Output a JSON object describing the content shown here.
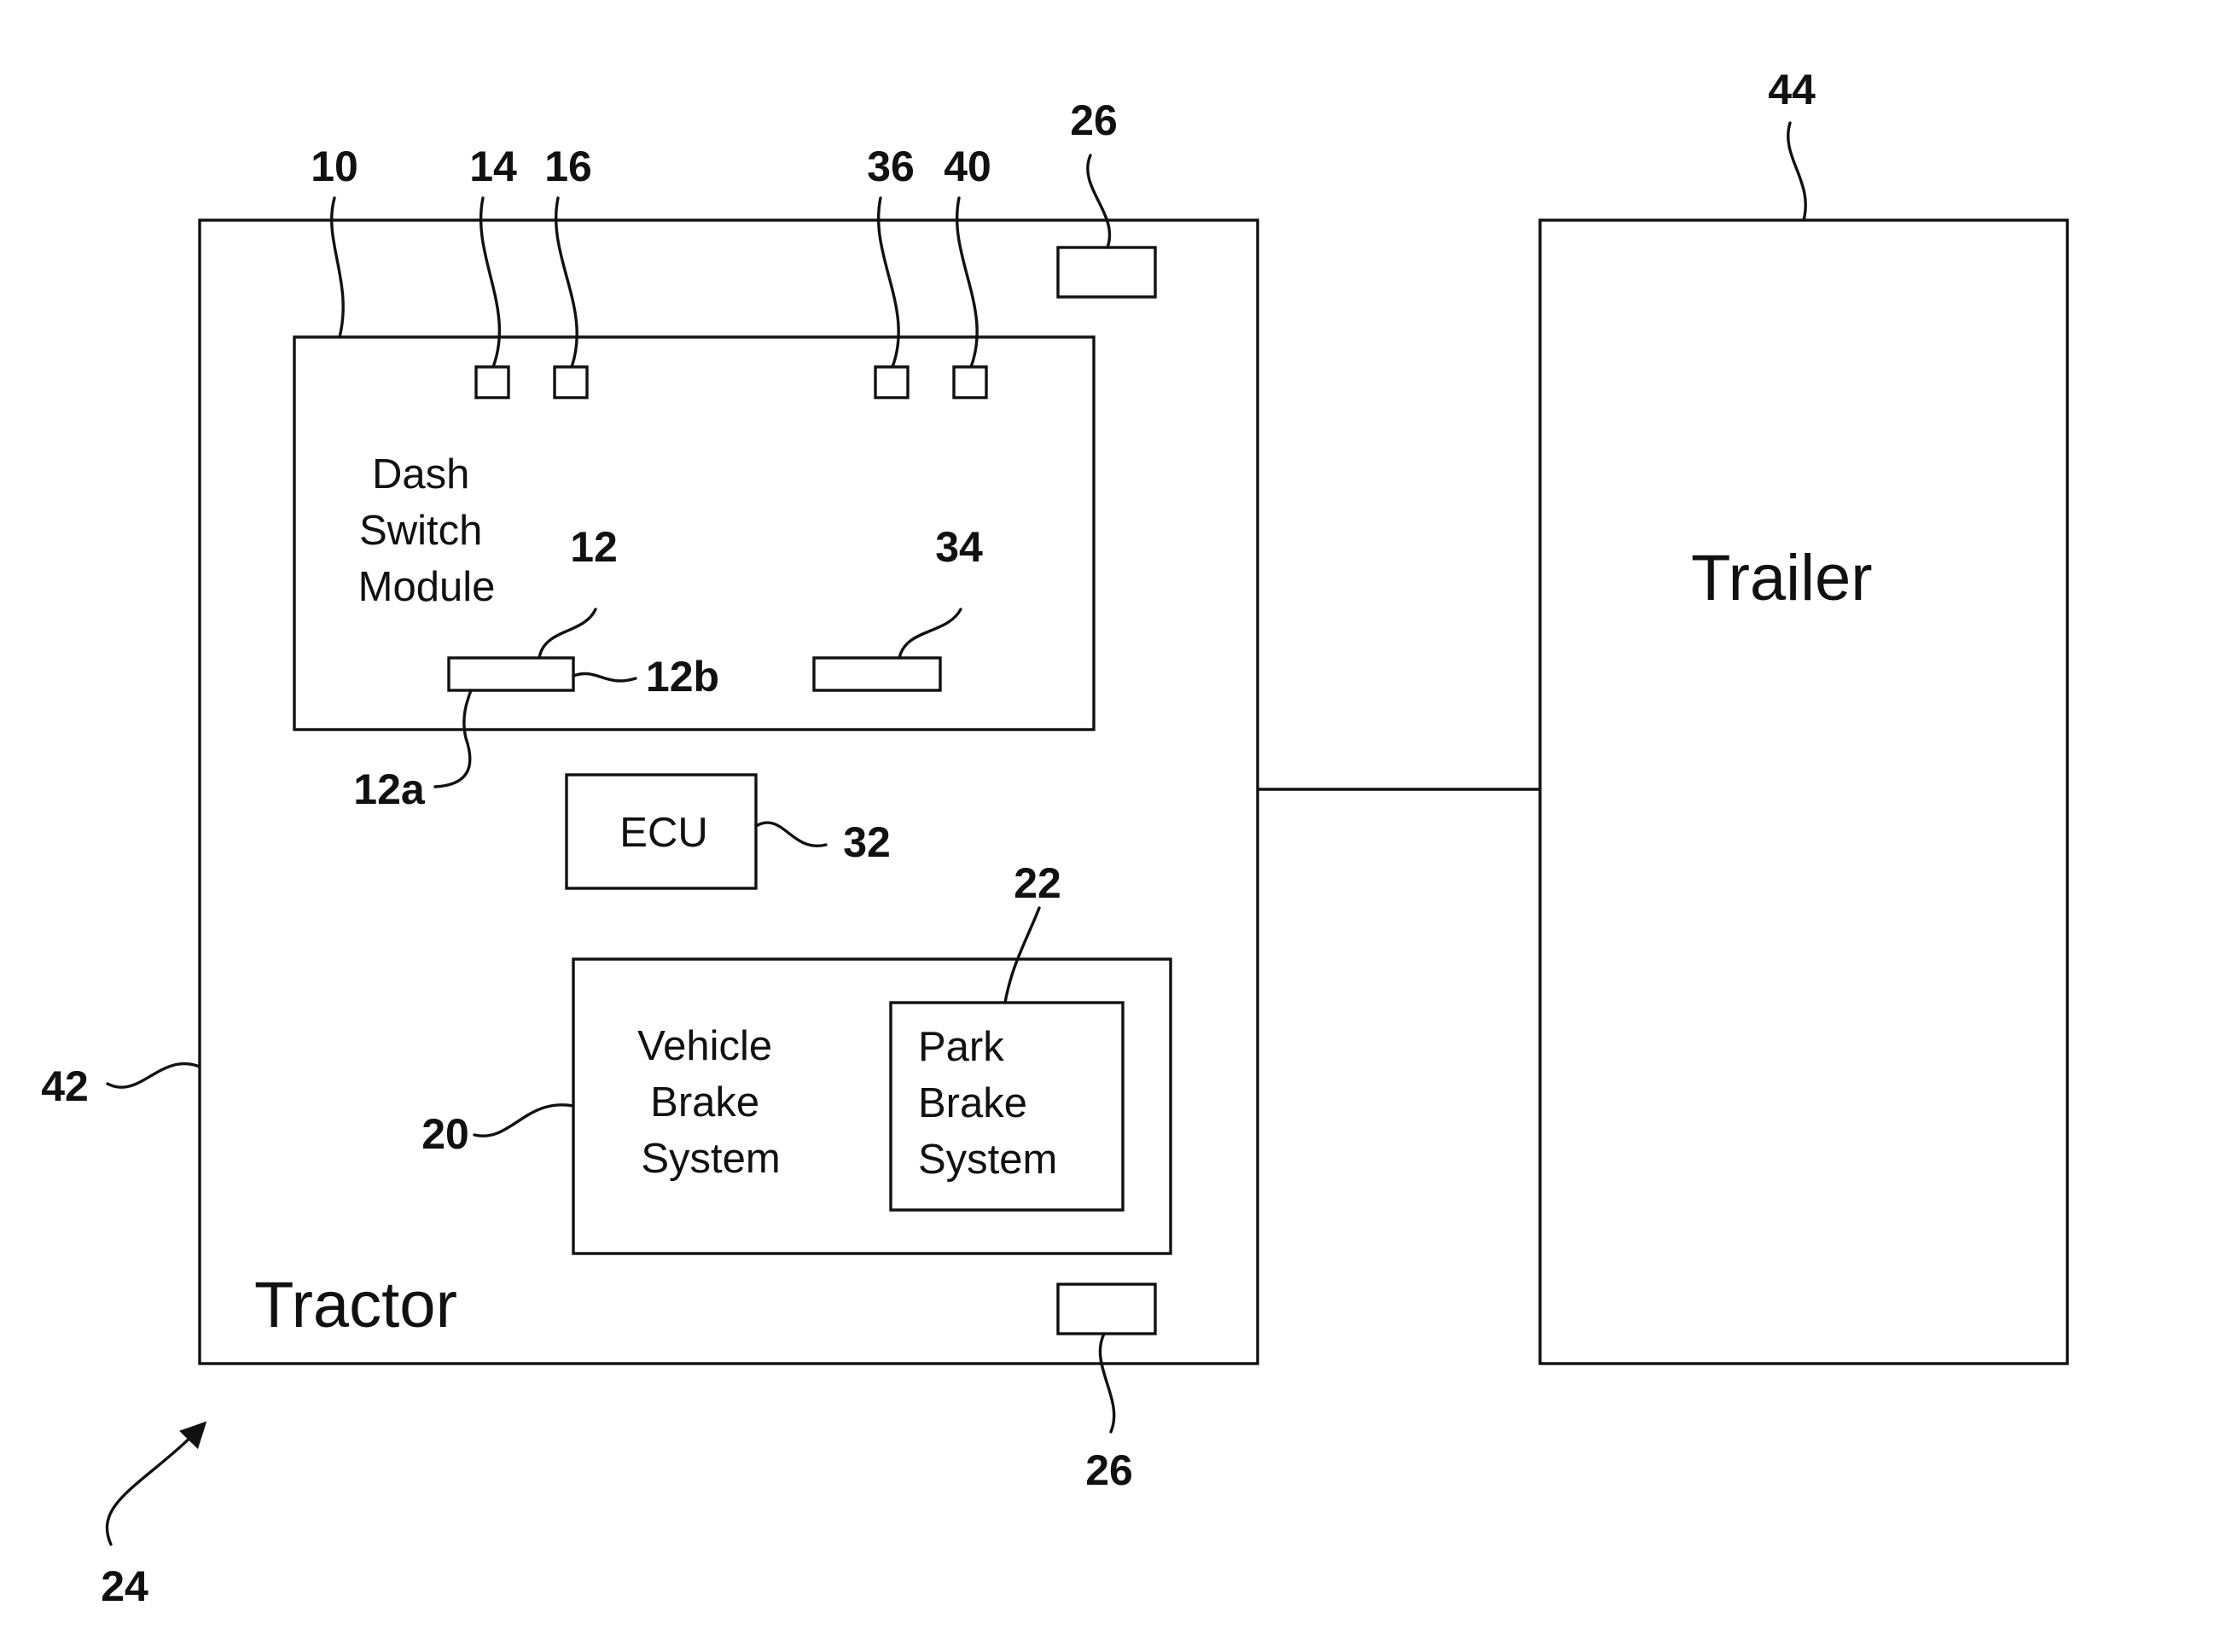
{
  "diagram": {
    "tractor_label": "Tractor",
    "trailer_label": "Trailer",
    "dash_switch_module_lines": [
      "Dash",
      "Switch",
      "Module"
    ],
    "ecu_label": "ECU",
    "vehicle_brake_system_lines": [
      "Vehicle",
      "Brake",
      "System"
    ],
    "park_brake_system_lines": [
      "Park",
      "Brake",
      "System"
    ],
    "refs": {
      "dash_switch_module": "10",
      "switch_14": "14",
      "switch_16": "16",
      "switch_36": "36",
      "switch_40": "40",
      "connector_top": "26",
      "connector_bottom": "26",
      "trailer": "44",
      "control_12": "12",
      "control_12a": "12a",
      "control_12b": "12b",
      "control_34": "34",
      "ecu": "32",
      "park_brake_system": "22",
      "vehicle_brake_system": "20",
      "tractor": "42",
      "combination_vehicle": "24"
    }
  }
}
